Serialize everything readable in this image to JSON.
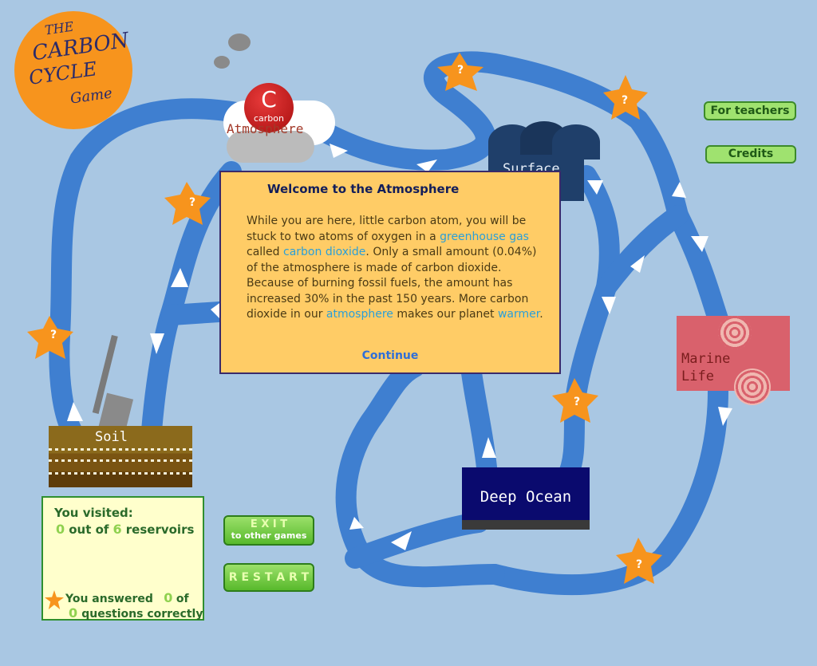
{
  "logo": {
    "line1": "THE",
    "line2": "CARBON",
    "line3": "CYCLE",
    "line4": "Game"
  },
  "reservoirs": {
    "atmosphere": "Atmosphere",
    "carbon_symbol": "C",
    "carbon_word": "carbon",
    "surface": "Surface",
    "marine": [
      "Marine",
      "Life"
    ],
    "soil": "Soil",
    "deep_ocean": "Deep Ocean"
  },
  "stars": {
    "mark": "?"
  },
  "buttons": {
    "teachers": "For teachers",
    "credits": "Credits",
    "exit_main": "E X I T",
    "exit_sub": "to other games",
    "restart": "R E S T A R T"
  },
  "panel": {
    "visited_label": "You visited:",
    "visited_count": "0",
    "visited_mid": "out of",
    "visited_total": "6",
    "visited_end": "reservoirs",
    "answered_label": "You answered",
    "answered_count": "0",
    "answered_of": "of",
    "correct_count": "0",
    "correct_end": "questions correctly"
  },
  "dialog": {
    "title": "Welcome to the Atmosphere",
    "p1": "While you are here, little carbon atom, you will be stuck to two atoms of oxygen in a ",
    "k1": "greenhouse gas",
    "p2": " called ",
    "k2": "carbon dioxide",
    "p3": ".  Only a small amount (0.04%) of the atmosphere is made of carbon dioxide. Because of burning fossil fuels, the amount has increased 30% in the past 150 years. More carbon dioxide in our ",
    "k3": "atmosphere",
    "p4": " makes our planet ",
    "k4": "warmer",
    "p5": ".",
    "continue": "Continue"
  },
  "colors": {
    "background": "#a9c7e3",
    "path": "#3f7fd0",
    "star": "#f7941d",
    "dialog": "#ffcc66"
  }
}
